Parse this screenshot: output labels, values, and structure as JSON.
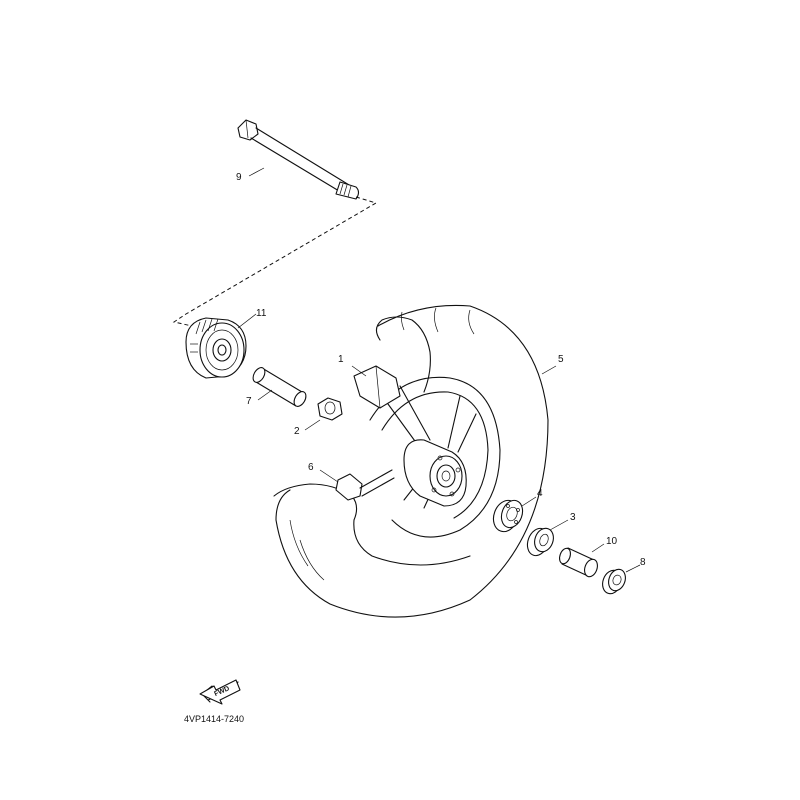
{
  "diagram_code": "4VP1414-7240",
  "fwd_label": "FWD",
  "callouts": [
    {
      "id": "p1",
      "label": "1"
    },
    {
      "id": "p2",
      "label": "2"
    },
    {
      "id": "p3",
      "label": "3"
    },
    {
      "id": "p4",
      "label": "4"
    },
    {
      "id": "p5",
      "label": "5"
    },
    {
      "id": "p6",
      "label": "6"
    },
    {
      "id": "p7",
      "label": "7"
    },
    {
      "id": "p8",
      "label": "8"
    },
    {
      "id": "p9",
      "label": "9"
    },
    {
      "id": "p10",
      "label": "10"
    },
    {
      "id": "p11",
      "label": "11"
    }
  ]
}
